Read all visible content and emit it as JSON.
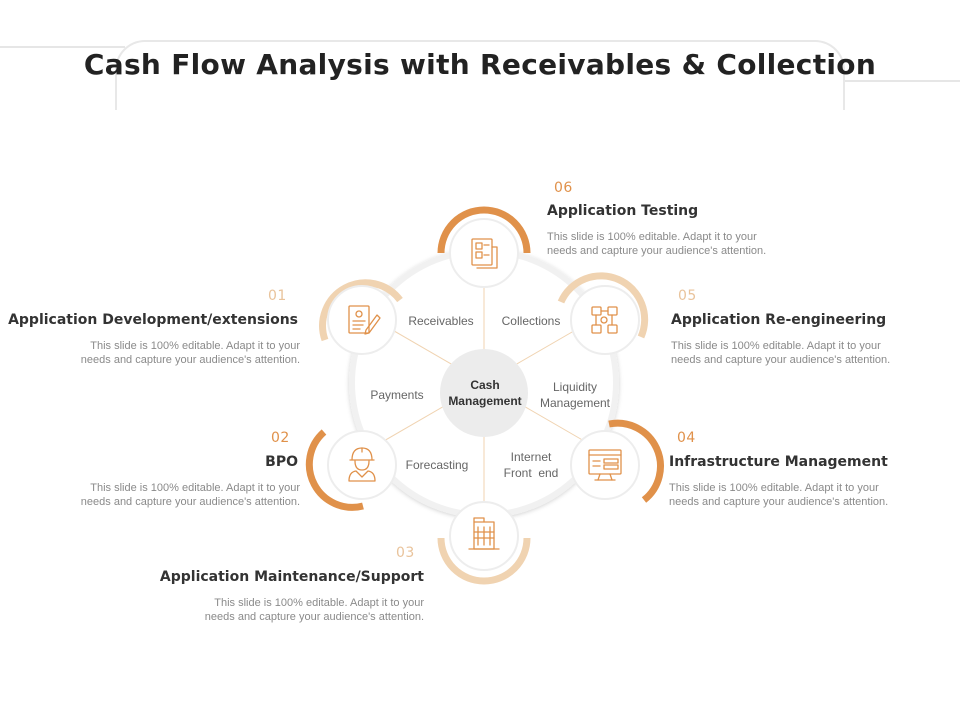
{
  "title": "Cash Flow Analysis with Receivables & Collection",
  "center": {
    "line1": "Cash",
    "line2": "Management"
  },
  "segments": {
    "receivables": "Receivables",
    "collections": "Collections",
    "payments": "Payments",
    "liquidity_1": "Liquidity",
    "liquidity_2": "Management",
    "forecasting": "Forecasting",
    "internet_1": "Internet",
    "internet_2": "Front  end"
  },
  "items": [
    {
      "num": "01",
      "title": "Application Development/extensions",
      "desc_1": "This slide is 100% editable. Adapt it to your",
      "desc_2": "needs and capture your audience's attention.",
      "icon": "document-pen-icon"
    },
    {
      "num": "02",
      "title": "BPO",
      "desc_1": "This slide is 100% editable. Adapt it to your",
      "desc_2": "needs and capture your audience's attention.",
      "icon": "worker-icon"
    },
    {
      "num": "03",
      "title": "Application Maintenance/Support",
      "desc_1": "This slide is 100% editable. Adapt it to your",
      "desc_2": "needs and capture your audience's attention.",
      "icon": "building-icon"
    },
    {
      "num": "04",
      "title": "Infrastructure Management",
      "desc_1": "This slide is 100% editable. Adapt it to your",
      "desc_2": "needs and capture your audience's attention.",
      "icon": "server-monitor-icon"
    },
    {
      "num": "05",
      "title": "Application Re-engineering",
      "desc_1": "This slide is 100% editable. Adapt it to your",
      "desc_2": "needs and capture your audience's attention.",
      "icon": "network-icon"
    },
    {
      "num": "06",
      "title": "Application Testing",
      "desc_1": "This slide is 100% editable. Adapt it to your",
      "desc_2": "needs and capture your audience's attention.",
      "icon": "checklist-icon"
    }
  ],
  "colors": {
    "dark_orange": "#e0914a",
    "light_orange": "#f0d3b1",
    "hub_gray": "#ececec"
  }
}
